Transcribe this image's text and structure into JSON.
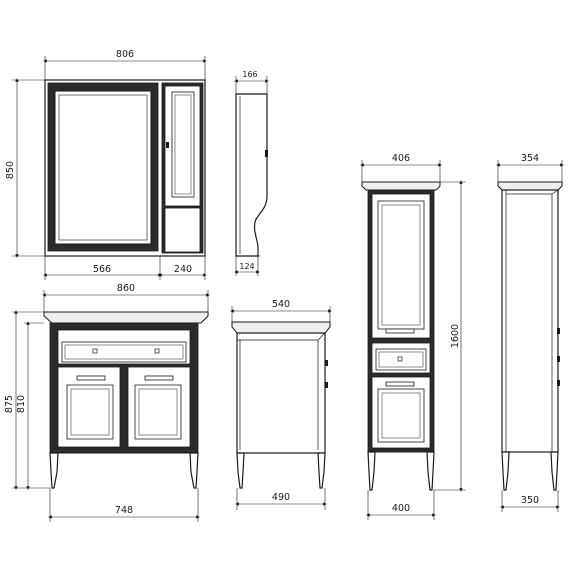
{
  "dimensions": {
    "mirror_total_width": "806",
    "mirror_height": "850",
    "mirror_main_width": "566",
    "mirror_side_width": "240",
    "mirror_side_depth_top": "166",
    "mirror_side_depth_bottom": "124",
    "vanity_top_width": "860",
    "vanity_total_height": "875",
    "vanity_body_height": "810",
    "vanity_legs_width": "748",
    "vanity_top_depth": "540",
    "vanity_body_depth": "490",
    "tall_top_width": "406",
    "tall_height": "1600",
    "tall_base_width": "400",
    "tall_top_depth": "354",
    "tall_base_depth": "350"
  }
}
